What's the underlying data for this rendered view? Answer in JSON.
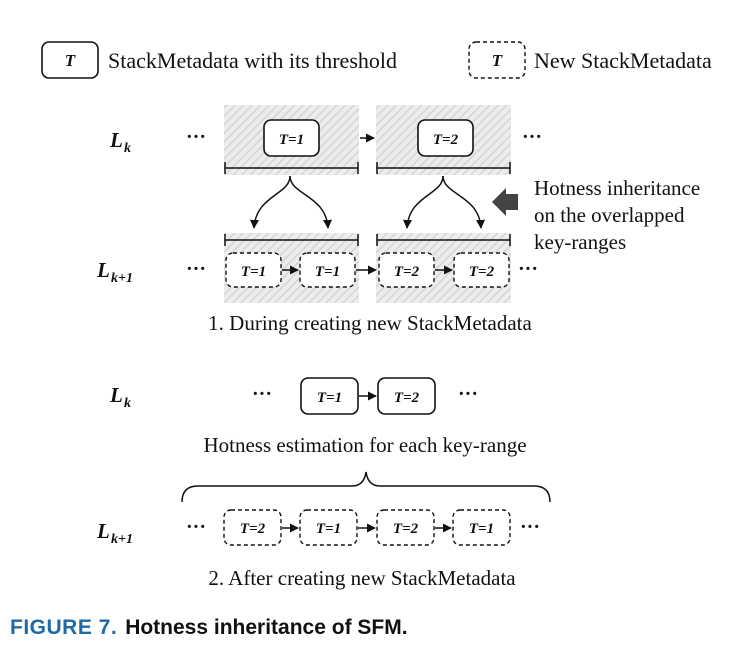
{
  "legend": {
    "box_label": "T",
    "solid_text": "StackMetadata with its threshold",
    "dashed_text": "New StackMetadata"
  },
  "levels": {
    "lk_main": "L",
    "lk_sub": "k",
    "lk1_main": "L",
    "lk1_sub": "k+1"
  },
  "ellipsis": "···",
  "section1": {
    "upper_boxes": [
      "T=1",
      "T=2"
    ],
    "lower_boxes": [
      "T=1",
      "T=1",
      "T=2",
      "T=2"
    ],
    "note_lines": [
      "Hotness inheritance",
      "on the overlapped",
      "key-ranges"
    ],
    "caption": "1. During creating new StackMetadata"
  },
  "section2": {
    "upper_boxes": [
      "T=1",
      "T=2"
    ],
    "estimation_text": "Hotness estimation for each key-range",
    "lower_boxes": [
      "T=2",
      "T=1",
      "T=2",
      "T=1"
    ],
    "caption": "2. After creating new StackMetadata"
  },
  "figure": {
    "label": "FIGURE 7.",
    "title": "Hotness inheritance of SFM."
  },
  "colors": {
    "figure_label": "#1e6aa8",
    "hatch_area": "#dcdcdc"
  }
}
